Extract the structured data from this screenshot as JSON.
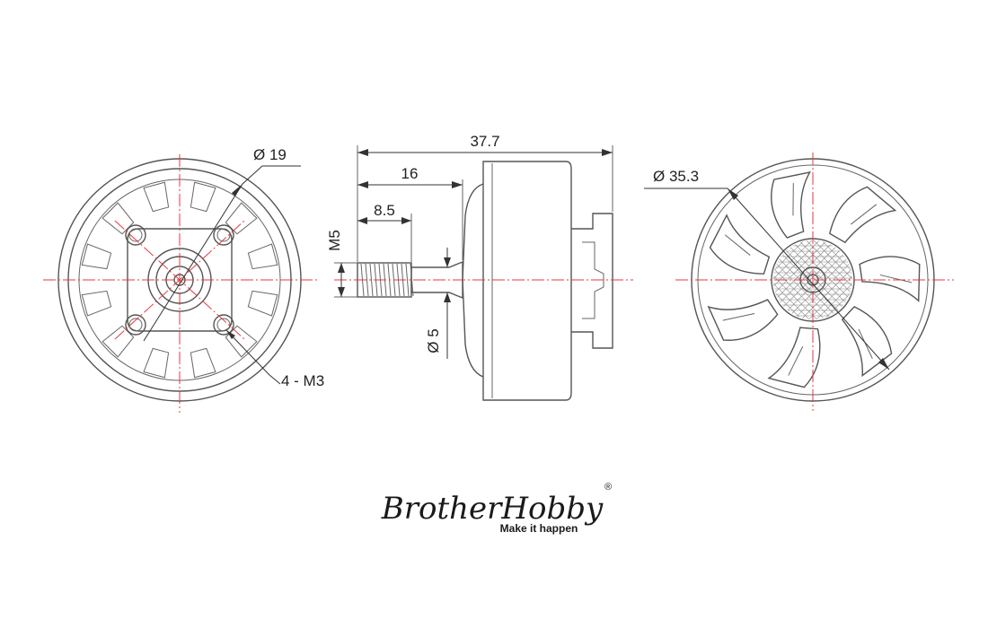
{
  "dimensions": {
    "left_view": {
      "hole_circle": "Ø 19",
      "mount_holes": "4 - M3"
    },
    "side_view": {
      "overall_length": "37.7",
      "shaft_length": "16",
      "thread_length": "8.5",
      "thread_size": "M5",
      "shaft_diameter": "Ø 5"
    },
    "right_view": {
      "body_diameter": "Ø 35.3"
    }
  },
  "logo": {
    "name": "BrotherHobby",
    "registered": "®",
    "tagline": "Make it happen"
  },
  "colors": {
    "outline": "#555555",
    "centerline": "#e23b3b",
    "text": "#222222"
  }
}
